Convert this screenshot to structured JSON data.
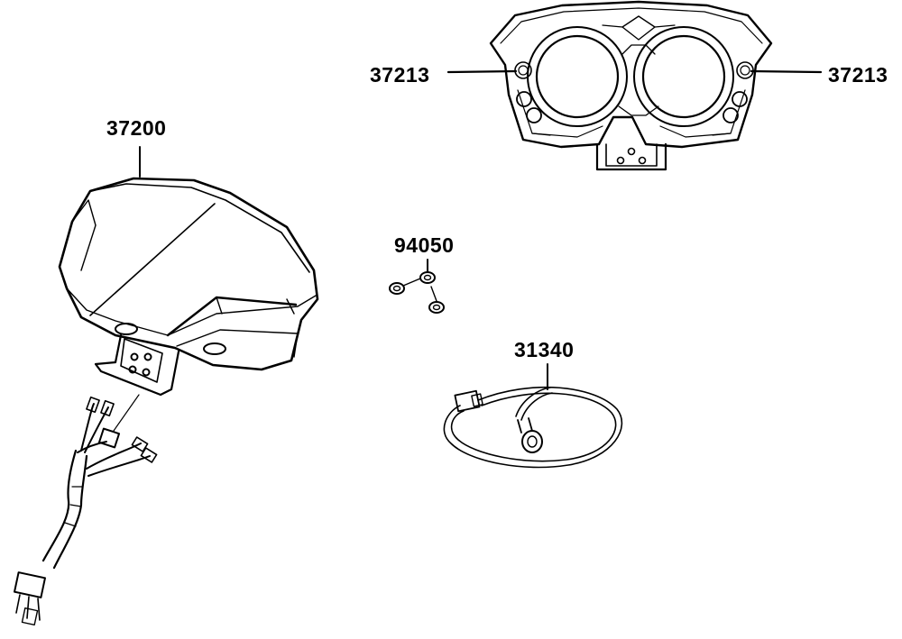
{
  "labels": {
    "meter_assembly": "37200",
    "bulb_left": "37213",
    "bulb_right": "37213",
    "nut": "94050",
    "speedometer_cable": "31340"
  },
  "colors": {
    "ink": "#000000",
    "background": "#ffffff"
  }
}
